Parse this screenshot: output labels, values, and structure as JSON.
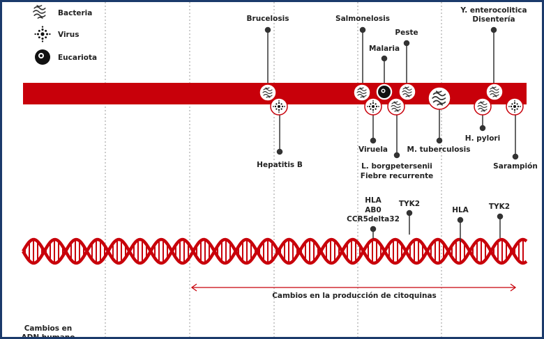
{
  "legend": {
    "bacteria": "Bacteria",
    "virus": "Virus",
    "eukaryote": "Eucariota"
  },
  "pathogens_above": {
    "brucelosis": "Brucelosis",
    "salmonelosis": "Salmonelosis",
    "malaria": "Malaria",
    "peste": "Peste",
    "y_enterocolitica": "Y. enterocolitica",
    "disenteria": "Disentería"
  },
  "pathogens_below": {
    "hepatitis_b": "Hepatitis B",
    "viruela": "Viruela",
    "l_borgpetersenii": "L. borgpetersenii",
    "fiebre_recurrente": "Fiebre recurrente",
    "m_tuberculosis": "M. tuberculosis",
    "h_pylori": "H. pylori",
    "sarampion": "Sarampión"
  },
  "genes": {
    "hla_1": "HLA",
    "ab0": "AB0",
    "ccr5": "CCR5delta32",
    "tyk2_1": "TYK2",
    "hla_2": "HLA",
    "tyk2_2": "TYK2"
  },
  "cytokine_range": "Cambios en la producción de citoquinas",
  "row_label_line1": "Cambios en",
  "row_label_line2": "ADN humano",
  "colors": {
    "band": "#c8000a",
    "frame": "#1b3a6b",
    "pin": "#333333"
  }
}
